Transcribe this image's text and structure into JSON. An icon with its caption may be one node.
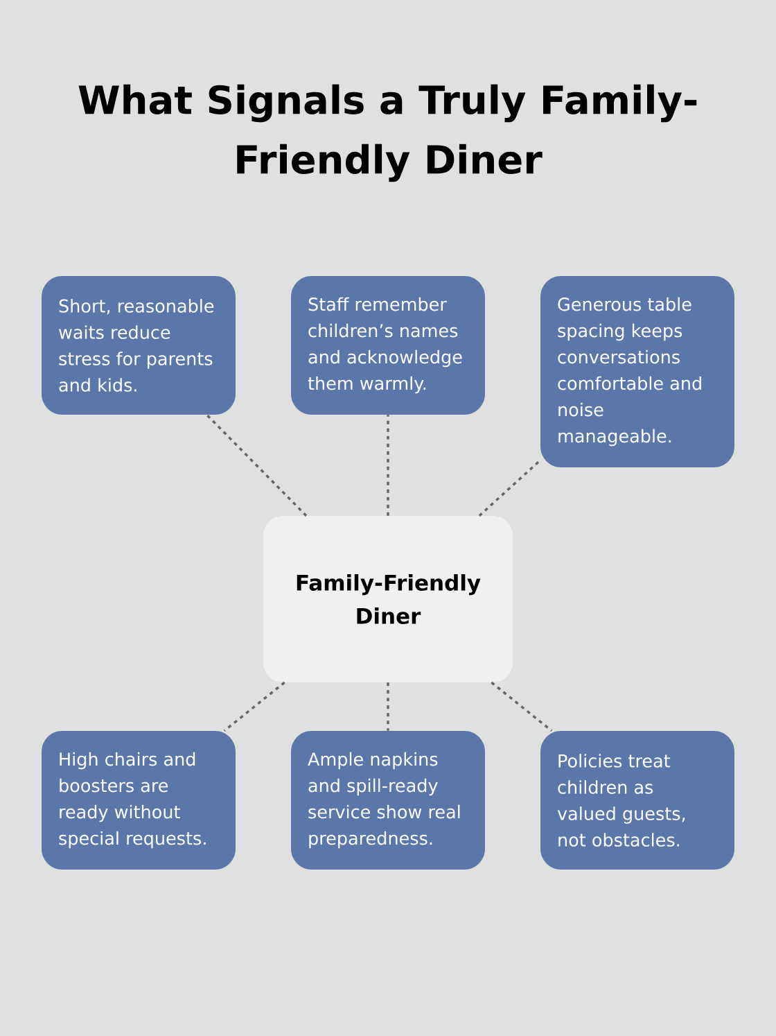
{
  "diagram": {
    "title": "What Signals a Truly Family-Friendly Diner",
    "nodes": [
      {
        "text": [
          "Short, reasonable waits reduce stress for parents and kids."
        ]
      },
      {
        "text": [
          "Staff remember children’s names and acknowledge them warmly."
        ]
      },
      {
        "text": [
          "Generous table spacing keeps conversations comfortable and noise manageable."
        ]
      },
      {
        "text": [
          "Family-Friendly Diner"
        ]
      },
      {
        "text": [
          "High chairs and boosters are ready without special requests."
        ]
      },
      {
        "text": [
          "Ample napkins and spill-ready service show real preparedness."
        ]
      },
      {
        "text": [
          "Policies treat children as valued guests, not obstacles."
        ]
      }
    ],
    "edges": [
      {
        "from": 3,
        "to": 0,
        "arrow": "none",
        "style": "dashed"
      },
      {
        "from": 3,
        "to": 1,
        "arrow": "none",
        "style": "dashed"
      },
      {
        "from": 3,
        "to": 2,
        "arrow": "none",
        "style": "dashed"
      },
      {
        "from": 3,
        "to": 4,
        "arrow": "none",
        "style": "dashed"
      },
      {
        "from": 3,
        "to": 5,
        "arrow": "none",
        "style": "dashed"
      },
      {
        "from": 3,
        "to": 6,
        "arrow": "none",
        "style": "dashed"
      }
    ]
  }
}
